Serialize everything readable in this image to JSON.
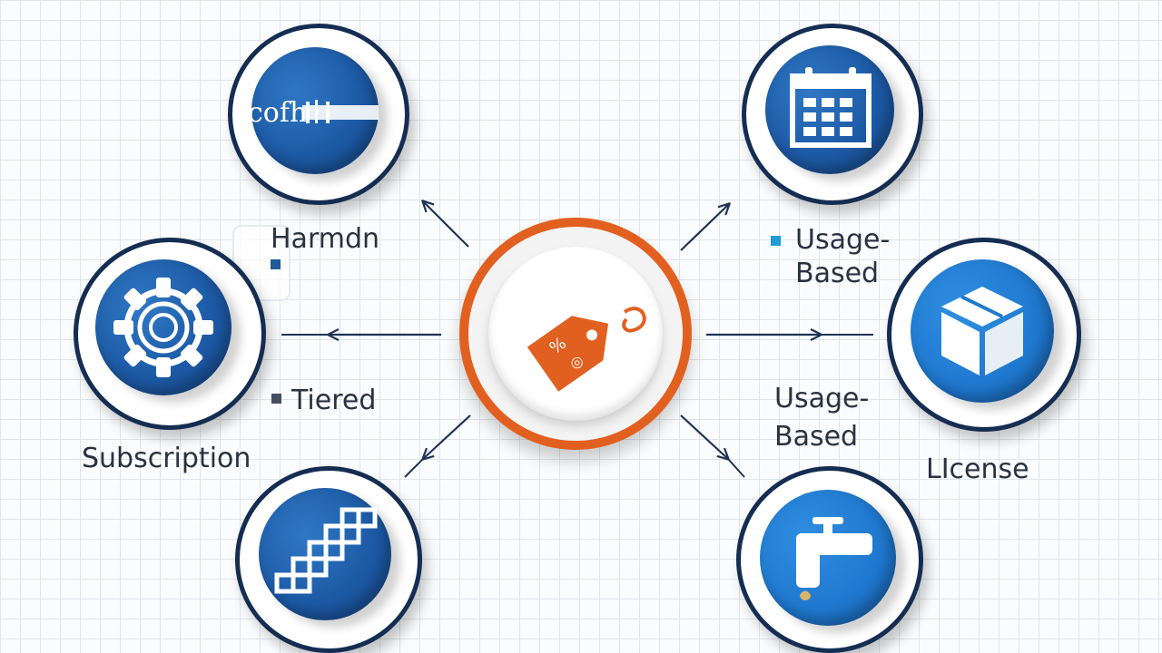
{
  "colors": {
    "navy": "#152d52",
    "blue": "#1d5aa6",
    "light_blue": "#1f88d6",
    "orange": "#e2601f",
    "text": "#2a3140"
  },
  "center": {
    "icon": "price-tag-icon"
  },
  "nodes": [
    {
      "id": "software",
      "icon": "software-text-icon",
      "icon_text": "cofh…"
    },
    {
      "id": "subscription-calendar",
      "icon": "calendar-icon"
    },
    {
      "id": "gear",
      "icon": "gear-icon"
    },
    {
      "id": "package",
      "icon": "box-icon"
    },
    {
      "id": "stairs",
      "icon": "tiered-stairs-icon"
    },
    {
      "id": "faucet",
      "icon": "faucet-icon"
    }
  ],
  "labels": {
    "top_left": "Harmdn",
    "top_right_line1": "Usage-",
    "top_right_line2": "Based",
    "tiered": "Tiered",
    "subscription": "Subscription",
    "mid_right_line1": "Usage-",
    "mid_right_line2": "Based",
    "license": "LIcense"
  }
}
